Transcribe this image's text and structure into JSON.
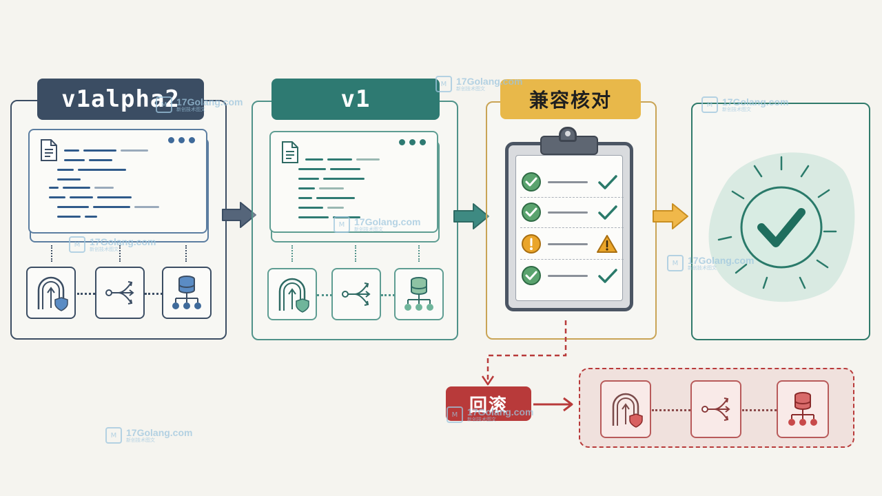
{
  "stages": {
    "v1alpha2": {
      "label": "v1alpha2",
      "color": "#3b4d63"
    },
    "v1": {
      "label": "v1",
      "color": "#2e7a72"
    },
    "check": {
      "label": "兼容核对",
      "color": "#e6b33e"
    },
    "done": {
      "color": "#2a7a6a"
    }
  },
  "rollback": {
    "label": "回滚",
    "color": "#b83a3a"
  },
  "checklist": {
    "items": [
      {
        "status": "ok",
        "result": "ok"
      },
      {
        "status": "ok",
        "result": "ok"
      },
      {
        "status": "warn",
        "result": "warn"
      },
      {
        "status": "ok",
        "result": "ok"
      }
    ]
  },
  "icons": [
    "document-icon",
    "shield-gate-icon",
    "fork-icon",
    "database-icon",
    "checkmark-icon",
    "warning-icon"
  ],
  "watermarks": [
    {
      "text": "17Golang.com",
      "sub": "新创技术图文"
    },
    {
      "text": "17Golang.com",
      "sub": "新创技术图文"
    },
    {
      "text": "17Golang.com",
      "sub": "新创技术图文"
    },
    {
      "text": "17Golang.com",
      "sub": "新创技术图文"
    },
    {
      "text": "17Golang.com",
      "sub": "新创技术图文"
    },
    {
      "text": "17Golang.com",
      "sub": "新创技术图文"
    },
    {
      "text": "17Golang.com",
      "sub": "新创技术图文"
    },
    {
      "text": "17Golang.com",
      "sub": "新创技术图文"
    }
  ]
}
